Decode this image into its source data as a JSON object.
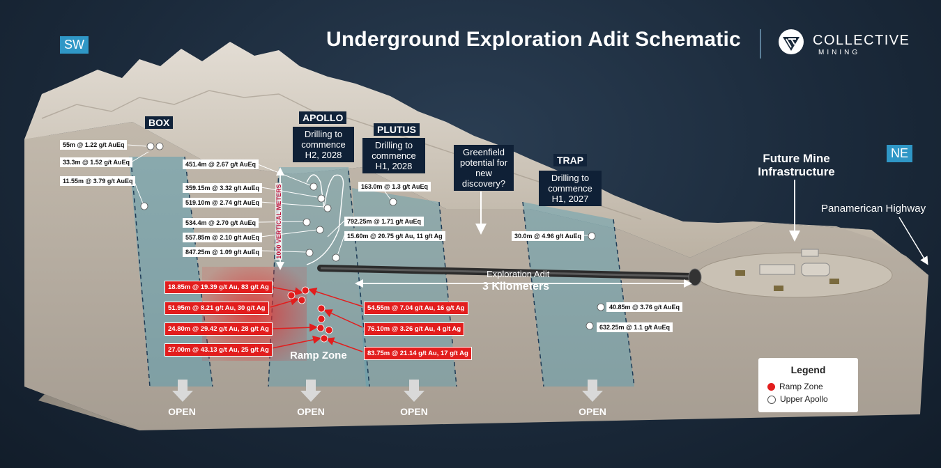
{
  "header": {
    "title": "Underground Exploration Adit Schematic",
    "brand_line1": "COLLECTIVE",
    "brand_line2": "MINING"
  },
  "directions": {
    "sw": "SW",
    "ne": "NE"
  },
  "deposits": {
    "box": "BOX",
    "apollo": {
      "name": "APOLLO",
      "note": "Drilling to commence H2, 2028"
    },
    "plutus": {
      "name": "PLUTUS",
      "note": "Drilling to commence H1, 2028"
    },
    "greenfield": "Greenfield potential for new discovery?",
    "trap": {
      "name": "TRAP",
      "note": "Drilling to commence H1, 2027"
    }
  },
  "infrastructure": {
    "future_mine": "Future Mine Infrastructure",
    "highway": "Panamerican Highway",
    "adit_label": "Exploration Adit",
    "adit_length": "3 Kilometers",
    "vertical": "1000 VERTICAL METERS",
    "ramp_zone": "Ramp Zone"
  },
  "intercepts_white": [
    "55m @ 1.22 g/t AuEq",
    "33.3m @ 1.52 g/t AuEq",
    "11.55m @ 3.79 g/t AuEq",
    "451.4m @ 2.67 g/t AuEq",
    "359.15m @ 3.32 g/t AuEq",
    "519.10m @ 2.74 g/t AuEq",
    "534.4m @ 2.70 g/t AuEq",
    "557.85m @ 2.10 g/t AuEq",
    "847.25m @ 1.09 g/t AuEq",
    "163.0m @ 1.3 g/t AuEq",
    "792.25m @ 1.71 g/t AuEq",
    "15.60m @ 20.75 g/t Au, 11 g/t Ag",
    "30.0m @ 4.96 g/t AuEq",
    "40.85m @ 3.76 g/t AuEq",
    "632.25m @ 1.1 g/t AuEq"
  ],
  "intercepts_red": [
    "18.85m @ 19.39 g/t Au, 83 g/t Ag",
    "51.95m @ 8.21 g/t Au, 30 g/t Ag",
    "24.80m @ 29.42 g/t Au, 28 g/t Ag",
    "27.00m @ 43.13 g/t Au, 25 g/t Ag",
    "54.55m @ 7.04 g/t Au, 16 g/t Ag",
    "76.10m @ 3.26 g/t Au, 4 g/t Ag",
    "83.75m @ 21.14 g/t Au, 17 g/t Ag"
  ],
  "open_labels": [
    "OPEN",
    "OPEN",
    "OPEN",
    "OPEN"
  ],
  "legend": {
    "title": "Legend",
    "items": [
      {
        "label": "Ramp Zone",
        "color": "#e21d1d"
      },
      {
        "label": "Upper Apollo",
        "color": "#ffffff"
      }
    ]
  },
  "colors": {
    "background": "#1b2a3b",
    "rock_face": "#b7aea2",
    "zone_blue": "#5d9fb1",
    "ramp_red": "#e21d1d",
    "accent_blue": "#2f97c6"
  }
}
